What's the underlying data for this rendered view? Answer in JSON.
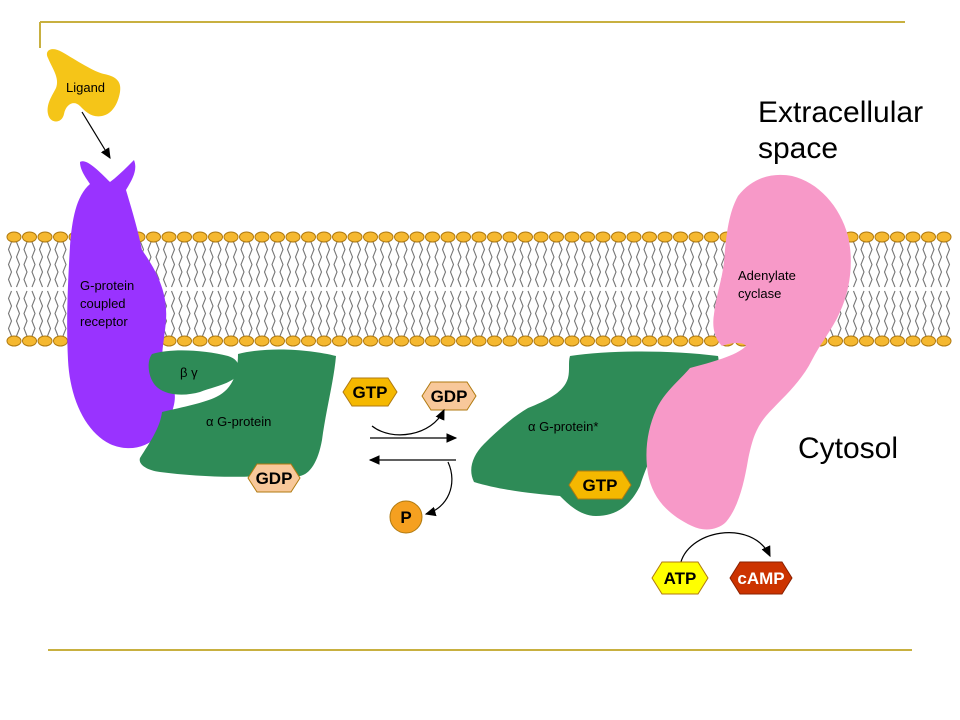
{
  "labels": {
    "ligand": "Ligand",
    "extracellular_line1": "Extracellular",
    "extracellular_line2": "space",
    "cytosol": "Cytosol",
    "receptor_line1": "G-protein",
    "receptor_line2": "coupled",
    "receptor_line3": "receptor",
    "beta_gamma": "β γ",
    "alpha_protein": "α G-protein",
    "alpha_protein_active": "α G-protein*",
    "adenylate_line1": "Adenylate",
    "adenylate_line2": "cyclase"
  },
  "molecules": {
    "gtp_top": "GTP",
    "gdp_top": "GDP",
    "gdp_bound": "GDP",
    "gtp_bound": "GTP",
    "phosphate": "P",
    "atp": "ATP",
    "camp": "cAMP"
  },
  "colors": {
    "frame_line": "#c8b040",
    "ligand": "#f5c518",
    "receptor": "#9933ff",
    "g_protein": "#2e8b57",
    "adenylate_cyclase": "#f799c8",
    "lipid_head": "#f5b830",
    "gtp": "#f5b800",
    "gdp": "#f8c89a",
    "phosphate": "#f5a020",
    "atp": "#ffff00",
    "camp": "#cc3300"
  }
}
